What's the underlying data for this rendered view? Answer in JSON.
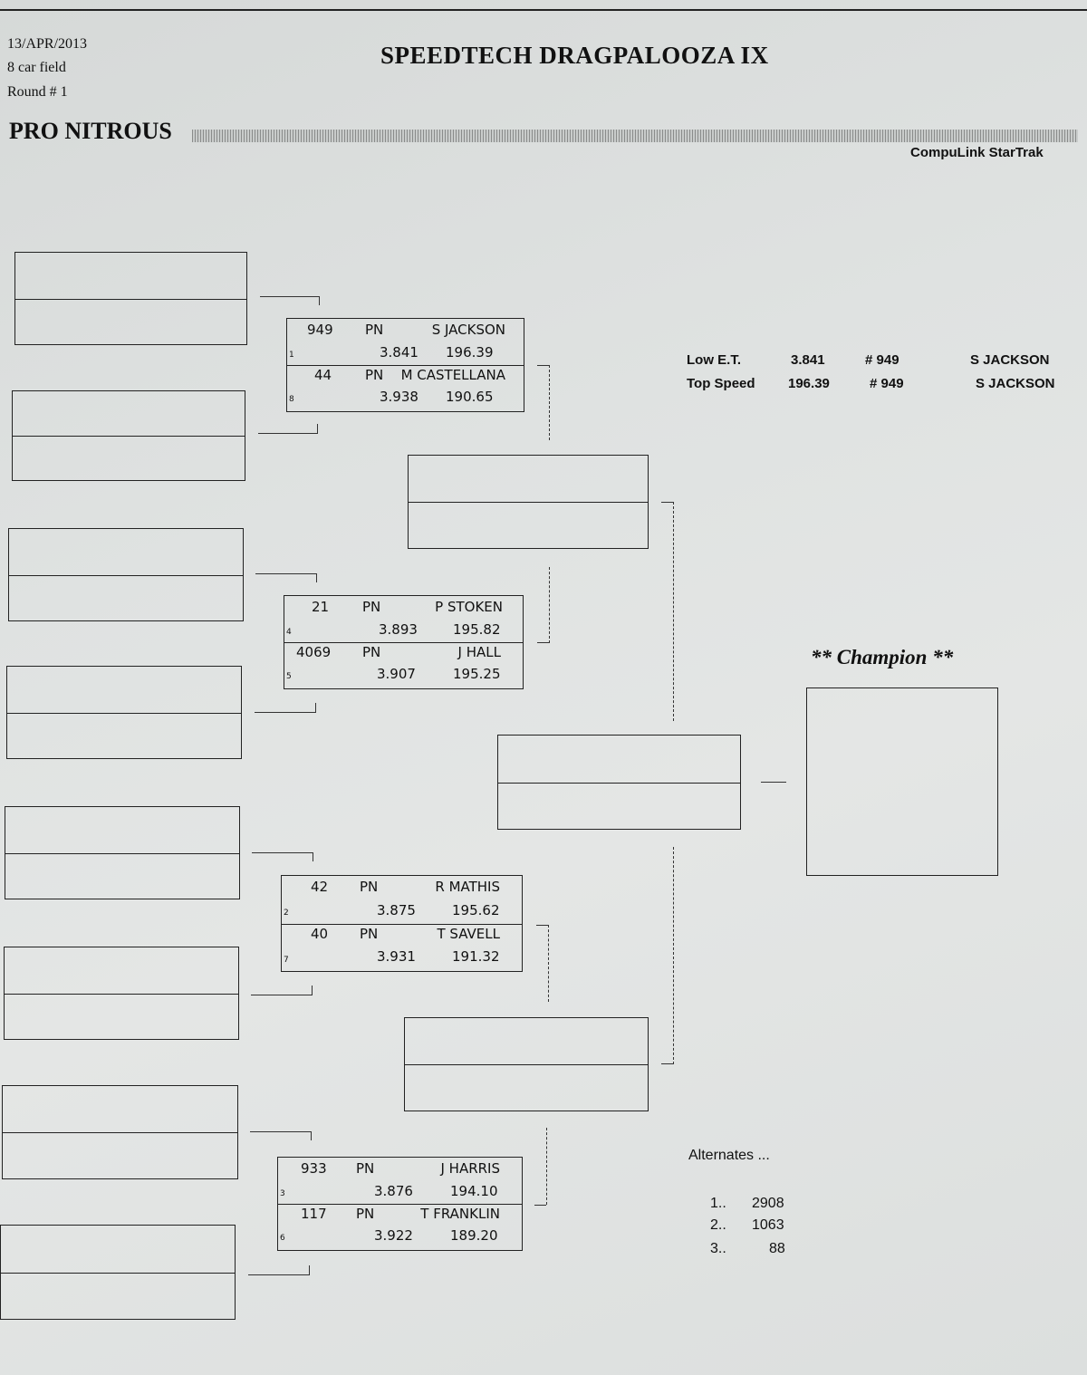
{
  "header": {
    "date": "13/APR/2013",
    "field": "8 car field",
    "round": "Round # 1",
    "event_title": "SPEEDTECH DRAGPALOOZA IX",
    "class_name": "PRO NITROUS",
    "software": "CompuLink StarTrak"
  },
  "matchups": [
    {
      "top": {
        "car": "949",
        "cls": "PN",
        "driver": "S JACKSON",
        "et": "3.841",
        "mph": "196.39",
        "seed": "1"
      },
      "bottom": {
        "car": "44",
        "cls": "PN",
        "driver": "M CASTELLANA",
        "et": "3.938",
        "mph": "190.65",
        "seed": "8"
      }
    },
    {
      "top": {
        "car": "21",
        "cls": "PN",
        "driver": "P STOKEN",
        "et": "3.893",
        "mph": "195.82",
        "seed": "4"
      },
      "bottom": {
        "car": "4069",
        "cls": "PN",
        "driver": "J HALL",
        "et": "3.907",
        "mph": "195.25",
        "seed": "5"
      }
    },
    {
      "top": {
        "car": "42",
        "cls": "PN",
        "driver": "R MATHIS",
        "et": "3.875",
        "mph": "195.62",
        "seed": "2"
      },
      "bottom": {
        "car": "40",
        "cls": "PN",
        "driver": "T SAVELL",
        "et": "3.931",
        "mph": "191.32",
        "seed": "7"
      }
    },
    {
      "top": {
        "car": "933",
        "cls": "PN",
        "driver": "J HARRIS",
        "et": "3.876",
        "mph": "194.10",
        "seed": "3"
      },
      "bottom": {
        "car": "117",
        "cls": "PN",
        "driver": "T FRANKLIN",
        "et": "3.922",
        "mph": "189.20",
        "seed": "6"
      }
    }
  ],
  "stats": {
    "low_et": {
      "label": "Low E.T.",
      "value": "3.841",
      "car": "# 949",
      "driver": "S JACKSON"
    },
    "top_speed": {
      "label": "Top Speed",
      "value": "196.39",
      "car": "# 949",
      "driver": "S JACKSON"
    }
  },
  "champion_label": "** Champion **",
  "alternates": {
    "title": "Alternates ...",
    "items": [
      {
        "rank": "1..",
        "car": "2908"
      },
      {
        "rank": "2..",
        "car": "1063"
      },
      {
        "rank": "3..",
        "car": "88"
      }
    ]
  }
}
